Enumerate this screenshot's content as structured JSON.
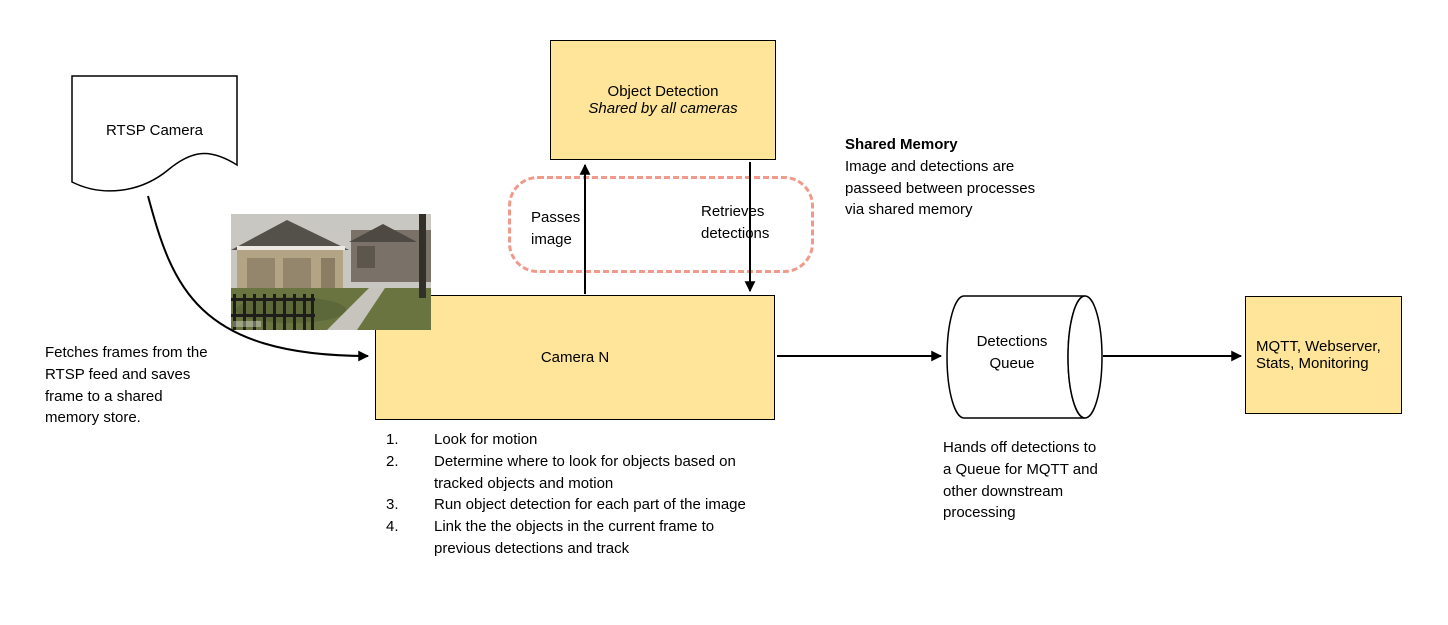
{
  "colors": {
    "node_fill": "#ffe599",
    "node_border": "#000000",
    "shared_dash": "#f19a8b",
    "arrow": "#000000"
  },
  "nodes": {
    "rtsp_camera": "RTSP Camera",
    "object_detection_title": "Object Detection",
    "object_detection_subtitle": "Shared by all cameras",
    "camera_n": "Camera N",
    "detections_queue": "Detections Queue",
    "outputs": "MQTT, Webserver, Stats, Monitoring"
  },
  "labels": {
    "passes_image": "Passes image",
    "retrieves_detections": "Retrieves detections",
    "shared_memory_title": "Shared Memory",
    "shared_memory_body": "Image and detections are passeed between processes via shared memory",
    "fetch_note": "Fetches frames from the RTSP feed and saves frame to a shared memory store.",
    "queue_note": "Hands off detections to a Queue for MQTT and other downstream processing"
  },
  "steps": [
    {
      "num": "1.",
      "text": "Look for motion"
    },
    {
      "num": "2.",
      "text": "Determine where to look for objects based on tracked objects and motion"
    },
    {
      "num": "3.",
      "text": "Run object detection for each part of the image"
    },
    {
      "num": "4.",
      "text": "Link the the objects in the current frame to previous detections and track"
    }
  ]
}
